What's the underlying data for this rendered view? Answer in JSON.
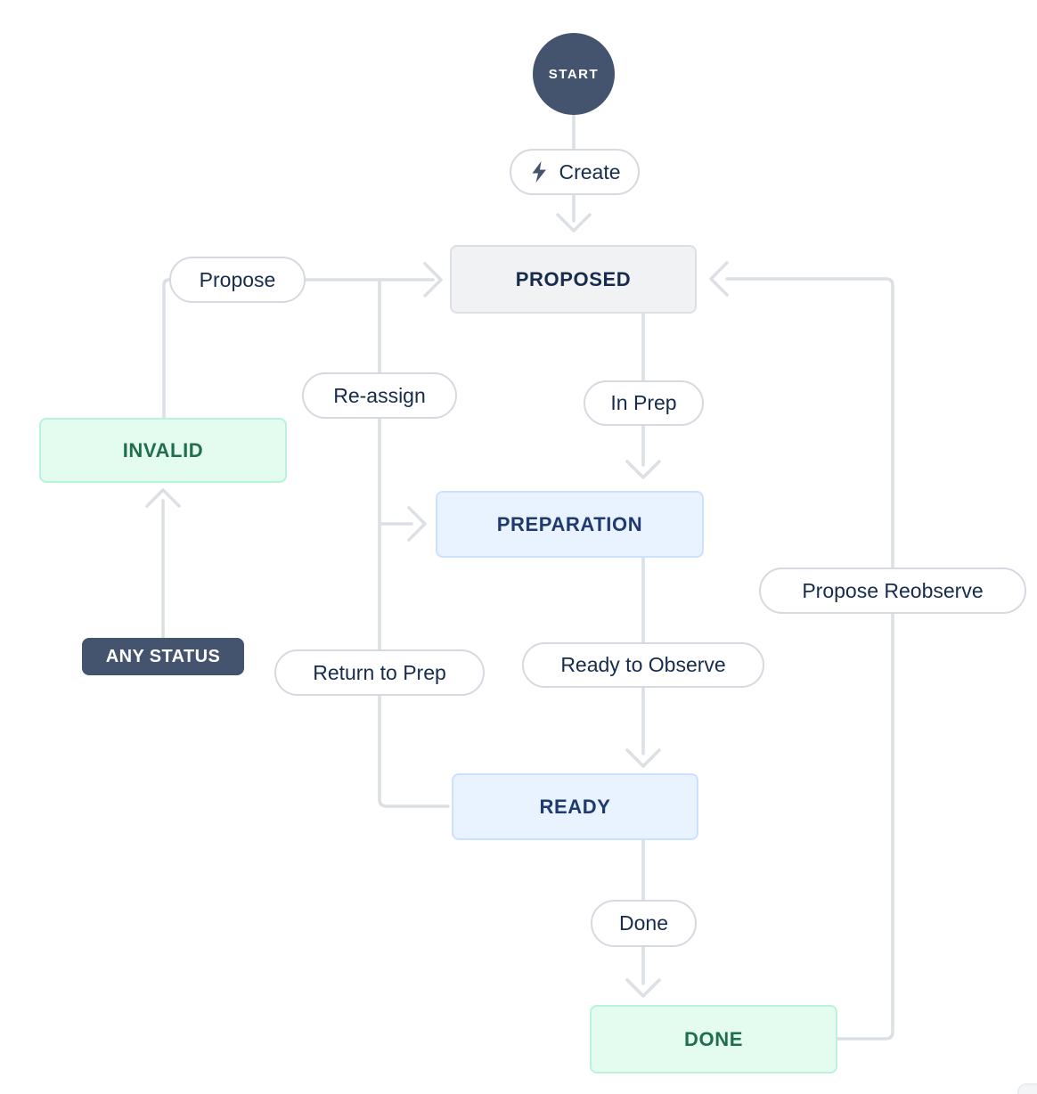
{
  "diagram": {
    "start_label": "START",
    "any_status_label": "ANY STATUS",
    "states": [
      {
        "id": "proposed",
        "label": "PROPOSED",
        "style": "gray"
      },
      {
        "id": "preparation",
        "label": "PREPARATION",
        "style": "blue"
      },
      {
        "id": "ready",
        "label": "READY",
        "style": "blue"
      },
      {
        "id": "invalid",
        "label": "INVALID",
        "style": "green"
      },
      {
        "id": "done",
        "label": "DONE",
        "style": "green"
      }
    ],
    "transitions": [
      {
        "id": "create",
        "label": "Create",
        "icon": "lightning-bolt-icon"
      },
      {
        "id": "propose",
        "label": "Propose"
      },
      {
        "id": "reassign",
        "label": "Re-assign"
      },
      {
        "id": "in-prep",
        "label": "In Prep"
      },
      {
        "id": "return-to-prep",
        "label": "Return to Prep"
      },
      {
        "id": "ready-to-observe",
        "label": "Ready to Observe"
      },
      {
        "id": "done",
        "label": "Done"
      },
      {
        "id": "propose-reobserve",
        "label": "Propose Reobserve"
      }
    ]
  },
  "theme": {
    "line_color": "#DCDFE4",
    "pill_border": "#D5D9E0",
    "pill_text": "#172B4D",
    "slate": "#44546F",
    "gray_fill": "#F1F2F4",
    "gray_border": "#DCDFE4",
    "gray_text": "#172B4D",
    "blue_fill": "#E9F2FF",
    "blue_border": "#CCE0FF",
    "blue_text": "#1E3A6E",
    "green_fill": "#E3FCEF",
    "green_border": "#BAF3DB",
    "green_text": "#216E4E",
    "canvas": "#FFFFFF"
  }
}
